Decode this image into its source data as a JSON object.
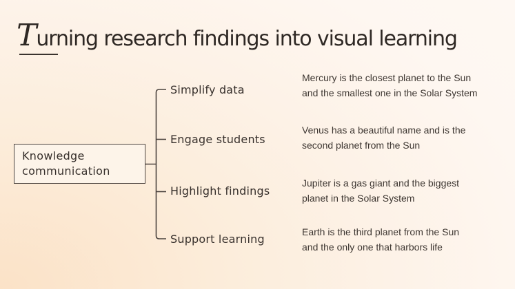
{
  "slide": {
    "title": {
      "initial": "T",
      "rest": "urning research findings into visual learning"
    },
    "root": {
      "label": "Knowledge\ncommunication"
    },
    "branches": [
      {
        "label": "Simplify data",
        "description": "Mercury is the closest planet to the Sun\nand the smallest one in the Solar System"
      },
      {
        "label": "Engage students",
        "description": "Venus has a beautiful name and is the\nsecond planet from the Sun"
      },
      {
        "label": "Highlight findings",
        "description": "Jupiter is a gas giant and the biggest\nplanet in the Solar System"
      },
      {
        "label": "Support learning",
        "description": "Earth is the third planet from the Sun\nand the only one that harbors life"
      }
    ],
    "colors": {
      "background_peach": "#fbe2c7",
      "background_cream": "#fef8f3",
      "title_text": "#2e2824",
      "body_text": "#3d3631",
      "line": "#4a423d",
      "box_fill": "#fdf4e9"
    }
  }
}
